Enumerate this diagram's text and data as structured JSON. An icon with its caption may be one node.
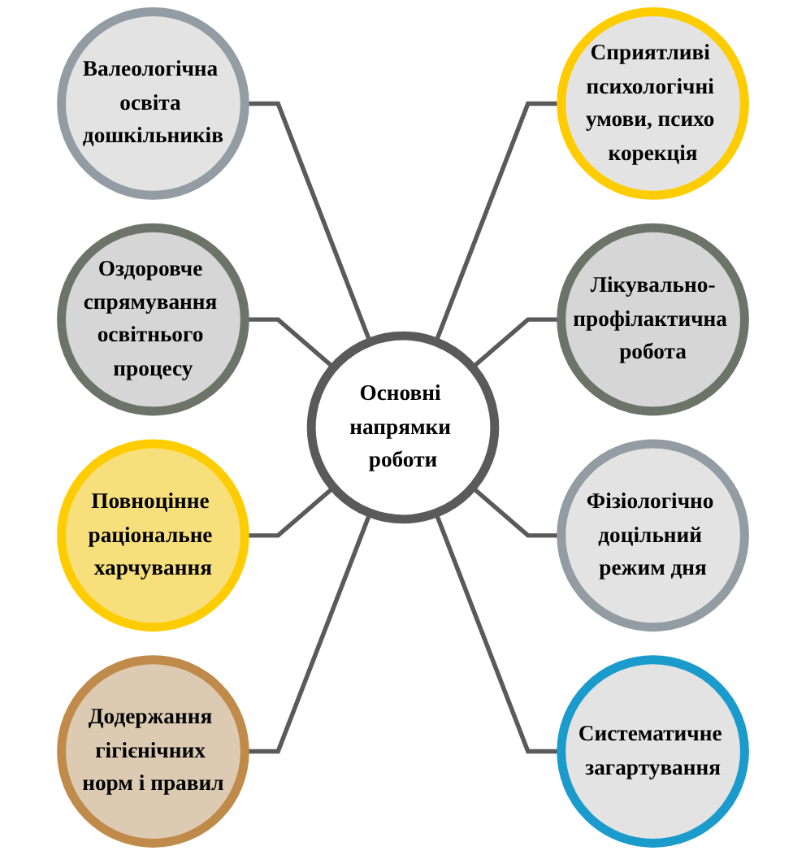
{
  "diagram": {
    "nodes": [
      {
        "text": [
          "Основні напрямки роботи"
        ]
      },
      {
        "text": [
          "Сприятливі психологічні умови, психо корекція"
        ]
      },
      {
        "text": [
          "Лікувально-профілактична робота"
        ]
      },
      {
        "text": [
          "Фізіологічно доцільний режим дня"
        ]
      },
      {
        "text": [
          "Систематичне загартування"
        ]
      },
      {
        "text": [
          "Додержання гігієнічних норм і правил"
        ]
      },
      {
        "text": [
          "Повноцінне раціональне харчування"
        ]
      },
      {
        "text": [
          "Оздоровче спрямування освітнього процесу"
        ]
      },
      {
        "text": [
          "Валеологічна освіта дошкільників"
        ]
      }
    ],
    "edges": [
      {
        "from": 0,
        "to": 1,
        "arrow": "none"
      },
      {
        "from": 0,
        "to": 2,
        "arrow": "none"
      },
      {
        "from": 0,
        "to": 3,
        "arrow": "none"
      },
      {
        "from": 0,
        "to": 4,
        "arrow": "none"
      },
      {
        "from": 8,
        "to": 0,
        "arrow": "none"
      },
      {
        "from": 7,
        "to": 0,
        "arrow": "none"
      },
      {
        "from": 6,
        "to": 0,
        "arrow": "none"
      },
      {
        "from": 5,
        "to": 0,
        "arrow": "none"
      }
    ]
  }
}
